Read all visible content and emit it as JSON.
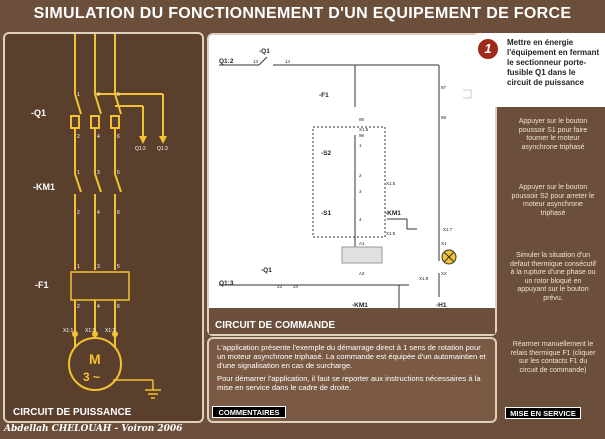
{
  "title": "SIMULATION DU FONCTIONNEMENT D'UN EQUIPEMENT DE FORCE MOTRICE",
  "power_circuit": {
    "label": "CIRCUIT DE PUISSANCE",
    "q1": "-Q1",
    "km1": "-KM1",
    "f1": "-F1",
    "motor_m": "M",
    "motor_phase": "3 ~",
    "q1_2": "Q1:2",
    "q1_3": "Q1:3",
    "terminals": [
      "1",
      "3",
      "5",
      "2",
      "4",
      "6",
      "1",
      "3",
      "5",
      "2",
      "4",
      "6",
      "1",
      "3",
      "5",
      "2",
      "4",
      "6"
    ],
    "motor_terminals": [
      "X1:1",
      "X1:2",
      "X1:3"
    ]
  },
  "command_circuit": {
    "label": "CIRCUIT DE COMMANDE",
    "q1_top": "-Q1",
    "q1_2": "Q1:2",
    "n13": "13",
    "n14": "14",
    "f1": "-F1",
    "s2": "-S2",
    "s1": "-S1",
    "km1_contact": "-KM1",
    "q1_bottom": "-Q1",
    "q1_3": "Q1:3",
    "n23": "23",
    "n24": "24",
    "km1_coil": "-KM1",
    "h1": "-H1",
    "x15a": "X1:5",
    "x15b": "X1:5",
    "x16": "X1:6",
    "x17": "X1:7",
    "x18": "X1:8",
    "n95": "95",
    "n96": "96",
    "n97": "97",
    "n98": "98",
    "n1": "1",
    "n2": "2",
    "n3": "3",
    "n4": "4",
    "a1": "A1",
    "a2": "A2",
    "x1": "X1",
    "x2": "X2"
  },
  "info": {
    "p1": "L'application présente l'exemple du démarrage direct à 1 sens de rotation pour un moteur asynchrone triphasé. La commande est équipée d'un automaintien et d'une signalisation en cas de surcharge.",
    "p2": "Pour démarrer l'application, il faut se reporter aux instructions nécessaires à la mise en service dans le cadre de droite.",
    "comment_button": "COMMENTAIRES"
  },
  "sidebar": {
    "step_number": "1",
    "step_text": "Mettre en énergie l'équipement en fermant le sectionneur porte-fusible Q1 dans le circuit de puissance",
    "instr1": "Appuyer sur le bouton poussoir S1 pour faire tourner le moteur asynchrone triphasé",
    "instr2": "Appuyer sur le bouton poussoir S2 pour arreter le moteur asynchrone triphasé",
    "instr3": "Simuler la situation d'un defaut thermique consécutif à la rupture d'une phase ou un rotor bloqué en appuyant sur le bouton prévu.",
    "instr4": "Réarmer manuellement le relais thermique F1 (cliquer sur les contacts F1 du circuit de commande)",
    "service_button": "MISE EN SERVICE"
  },
  "author": "Abdellah CHELOUAH - Voiron 2006",
  "colors": {
    "background": "#6b4f3b",
    "wire": "#f2c230",
    "panel_border": "#ddd0bd",
    "step_circle": "#a02a1a"
  }
}
